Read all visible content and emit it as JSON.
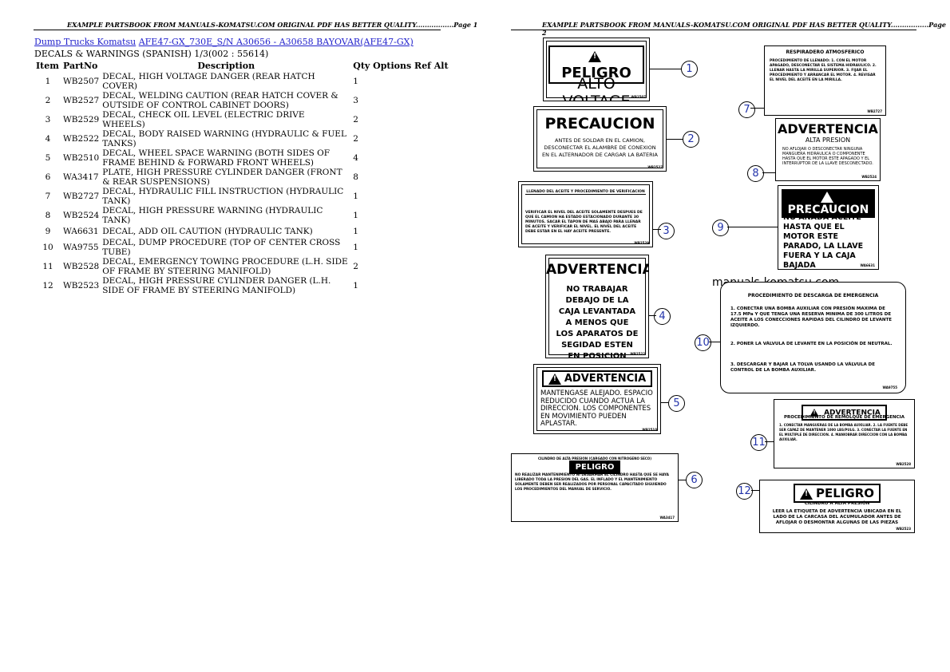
{
  "headers": {
    "page1": "EXAMPLE PARTSBOOK FROM MANUALS-KOMATSU.COM ORIGINAL PDF HAS BETTER QUALITY.................Page 1",
    "page2": "EXAMPLE PARTSBOOK FROM MANUALS-KOMATSU.COM ORIGINAL PDF HAS BETTER QUALITY.................Page 2"
  },
  "breadcrumb": {
    "link1": "Dump Trucks Komatsu",
    "link2": "AFE47-GX_730E_S/N A30656 - A30658 BAYOVAR(AFE47-GX)"
  },
  "subtitle": "DECALS & WARNINGS (SPANISH) 1/3(002 : 55614)",
  "table": {
    "headers": [
      "Item",
      "PartNo",
      "Description",
      "Qty",
      "Options",
      "Ref",
      "Alt"
    ],
    "rows": [
      {
        "item": "1",
        "part": "WB2507",
        "desc": "DECAL, HIGH VOLTAGE DANGER (REAR HATCH COVER)",
        "qty": "1"
      },
      {
        "item": "2",
        "part": "WB2527",
        "desc": "DECAL, WELDING CAUTION (REAR HATCH COVER & OUTSIDE OF CONTROL CABINET DOORS)",
        "qty": "3"
      },
      {
        "item": "3",
        "part": "WB2529",
        "desc": "DECAL, CHECK OIL LEVEL (ELECTRIC DRIVE WHEELS)",
        "qty": "2"
      },
      {
        "item": "4",
        "part": "WB2522",
        "desc": "DECAL, BODY RAISED WARNING (HYDRAULIC & FUEL TANKS)",
        "qty": "2"
      },
      {
        "item": "5",
        "part": "WB2510",
        "desc": "DECAL, WHEEL SPACE WARNING (BOTH SIDES OF FRAME BEHIND & FORWARD FRONT WHEELS)",
        "qty": "4"
      },
      {
        "item": "6",
        "part": "WA3417",
        "desc": "PLATE, HIGH PRESSURE CYLINDER DANGER (FRONT & REAR SUSPENSIONS)",
        "qty": "8"
      },
      {
        "item": "7",
        "part": "WB2727",
        "desc": "DECAL, HYDRAULIC FILL INSTRUCTION (HYDRAULIC TANK)",
        "qty": "1"
      },
      {
        "item": "8",
        "part": "WB2524",
        "desc": "DECAL, HIGH PRESSURE WARNING (HYDRAULIC TANK)",
        "qty": "1"
      },
      {
        "item": "9",
        "part": "WA6631",
        "desc": "DECAL, ADD OIL CAUTION (HYDRAULIC TANK)",
        "qty": "1"
      },
      {
        "item": "10",
        "part": "WA9755",
        "desc": "DECAL, DUMP PROCEDURE (TOP OF CENTER CROSS TUBE)",
        "qty": "1"
      },
      {
        "item": "11",
        "part": "WB2528",
        "desc": "DECAL, EMERGENCY TOWING PROCEDURE (L.H. SIDE OF FRAME BY STEERING MANIFOLD)",
        "qty": "2"
      },
      {
        "item": "12",
        "part": "WB2523",
        "desc": "DECAL, HIGH PRESSURE CYLINDER DANGER (L.H. SIDE OF FRAME BY STEERING MANIFOLD)",
        "qty": "1"
      }
    ]
  },
  "decals": {
    "d1": {
      "banner": "PELIGRO",
      "text": "ALTO VOLTAGE",
      "code": "WB2507"
    },
    "d2": {
      "title": "PRECAUCION",
      "text": "ANTES DE SOLDAR EN EL CAMION, DESCONECTAR EL ALAMBRE DE CONEXION EN EL ALTERNADOR DE CARGAR LA BATERIA",
      "code": "WB2527"
    },
    "d3": {
      "header": "LLENADO DEL ACEITE Y PROCEDIMIENTO DE VERIFICACION",
      "text": "VERIFICAR EL NIVEL DEL ACEITE SOLAMENTE DESPUES DE QUE EL CAMION HA ESTADO ESTACIONADO DURANTE 30 MINUTOS. SACAR EL TAPON DE MAS ABAJO PARA LLENAR DE ACEITE Y VERIFICAR EL NIVEL. EL NIVEL DEL ACEITE DEBE ESTAR EN EL HAY ACEITE PRESENTE.",
      "code": "WB2529"
    },
    "d4": {
      "title": "ADVERTENCIA",
      "text": "NO TRABAJAR DEBAJO DE LA CAJA LEVANTADA A MENOS QUE LOS APARATOS DE SEGIDAD ESTEN EN POSICION",
      "code": "WB2522"
    },
    "d5": {
      "banner": "ADVERTENCIA",
      "text": "MANTENGASE ALEJADO. ESPACIO REDUCIDO CUANDO ACTUA LA DIRECCION. LOS COMPONENTES EN MOVIMIENTO PUEDEN APLASTAR.",
      "code": "WB2510"
    },
    "d6": {
      "header": "CILINDRO DE ALTA PRESION (CARGADO CON NITROGENO SECO)",
      "banner": "PELIGRO",
      "text": "NO REALIZAR MANTENIMIENTO NI DESARMAR EL CILINDRO HASTA QUE SE HAYA LIBERADO TODA LA PRESION DEL GAS. EL INFLADO Y EL MANTENIMIENTO SOLAMENTE DEBEN SER REALIZADOS POR PERSONAL CAPACITADO SIGUIENDO LOS PROCEDIMIENTOS DEL MANUAL DE SERVICIO.",
      "code": "WA3417"
    },
    "d7": {
      "title": "RESPIRADERO ATMOSFERICO",
      "text": "PROCEDIMIENTO DE LLENADO: 1. CON EL MOTOR APAGADO, DESCONECTAR EL SISTEMA HIDRAULICO. 2. LLENAR HASTA LA MIRILLA SUPERIOR. 3. FIJAR EL PROCEDIMIENTO Y ARRANCAR EL MOTOR. 4. REVISAR EL NIVEL DEL ACEITE EN LA MIRILLA.",
      "code": "WB2727"
    },
    "d8": {
      "title": "ADVERTENCIA",
      "subtitle": "ALTA PRESION",
      "text": "NO AFLOJAR O DESCONECTAR NINGUNA MANGUERA HIDRAULICA O COMPONENTE HASTA QUE EL MOTOR ESTE APAGADO Y EL INTERRUPTOR DE LA LLAVE DESCONECTADO.",
      "code": "WB2524"
    },
    "d9": {
      "banner": "PRECAUCION",
      "text": "NO AÑADA ACEITE HASTA QUE EL MOTOR ESTE PARADO, LA LLAVE FUERA Y LA CAJA BAJADA",
      "code": "WA6631"
    },
    "d10": {
      "title": "PROCEDIMIENTO DE DESCARGA DE EMERGENCIA",
      "step1": "1. CONECTAR UNA BOMBA AUXILIAR CON PRESIÓN MAXIMA DE 17.5 MPa Y QUE TENGA UNA RESERVA MINIMA DE 300 LITROS DE ACEITE A LOS CONECCIONES RAPIDAS DEL CILINDRO DE LEVANTE IZQUIERDO.",
      "step2": "2. PONER LA VÁLVULA DE LEVANTE EN LA POSICIÓN DE NEUTRAL.",
      "step3": "3. DESCARGAR Y BAJAR LA TOLVA USANDO LA VÁLVULA DE CONTROL DE LA BOMBA AUXILIAR.",
      "code": "WA9755"
    },
    "d11": {
      "banner": "ADVERTENCIA",
      "title": "PROCEDIMIENTO DE REMOLQUE DE EMERGENCIA",
      "text": "1. CONECTAR MANGUERAS DE LA BOMBA AUXILIAR. 2. LA FUENTE DEBE SER CAPAZ DE MANTENER 1000 LBS/PULG. 3. CONECTAR LA FUENTE EN EL MULTIPLE DE DIRECCION. 4. MANIOBRAR DIRECCION CON LA BOMBA AUXILIAR.",
      "code": "WB2528"
    },
    "d12": {
      "banner": "PELIGRO",
      "title": "CILINDRO A ALTA PRESIÓN",
      "text": "LEER LA ETIQUETA DE ADVERTENCIA UBICADA EN EL LADO DE LA CARCASA DEL ACUMULADOR ANTES DE AFLOJAR O DESMONTAR ALGUNAS DE LAS PIEZAS",
      "code": "WB2523"
    }
  },
  "callouts": [
    "1",
    "2",
    "3",
    "4",
    "5",
    "6",
    "7",
    "8",
    "9",
    "10",
    "11",
    "12"
  ],
  "watermark": "manuals-komatsu.com"
}
